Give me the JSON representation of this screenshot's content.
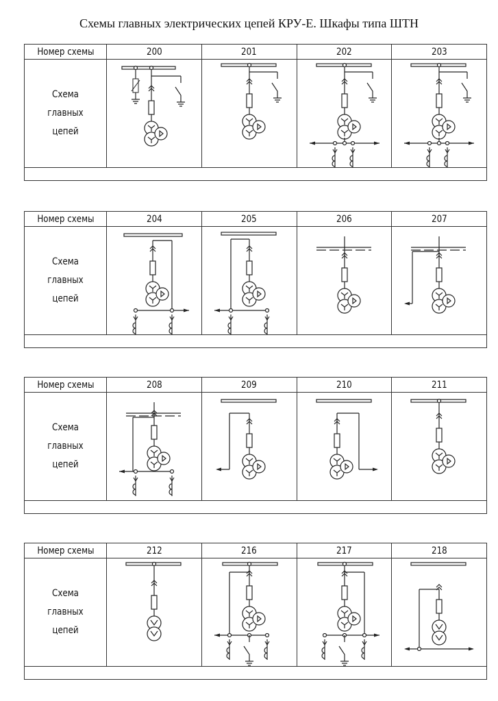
{
  "title": "Схемы главных электрических цепей КРУ-Е. Шкафы типа ШТН",
  "header_label": "Номер схемы",
  "row_label": [
    "Схема",
    "главных",
    "цепей"
  ],
  "tables": [
    {
      "schemes": [
        "200",
        "201",
        "202",
        "203"
      ]
    },
    {
      "schemes": [
        "204",
        "205",
        "206",
        "207"
      ]
    },
    {
      "schemes": [
        "208",
        "209",
        "210",
        "211"
      ]
    },
    {
      "schemes": [
        "212",
        "216",
        "217",
        "218"
      ]
    }
  ]
}
